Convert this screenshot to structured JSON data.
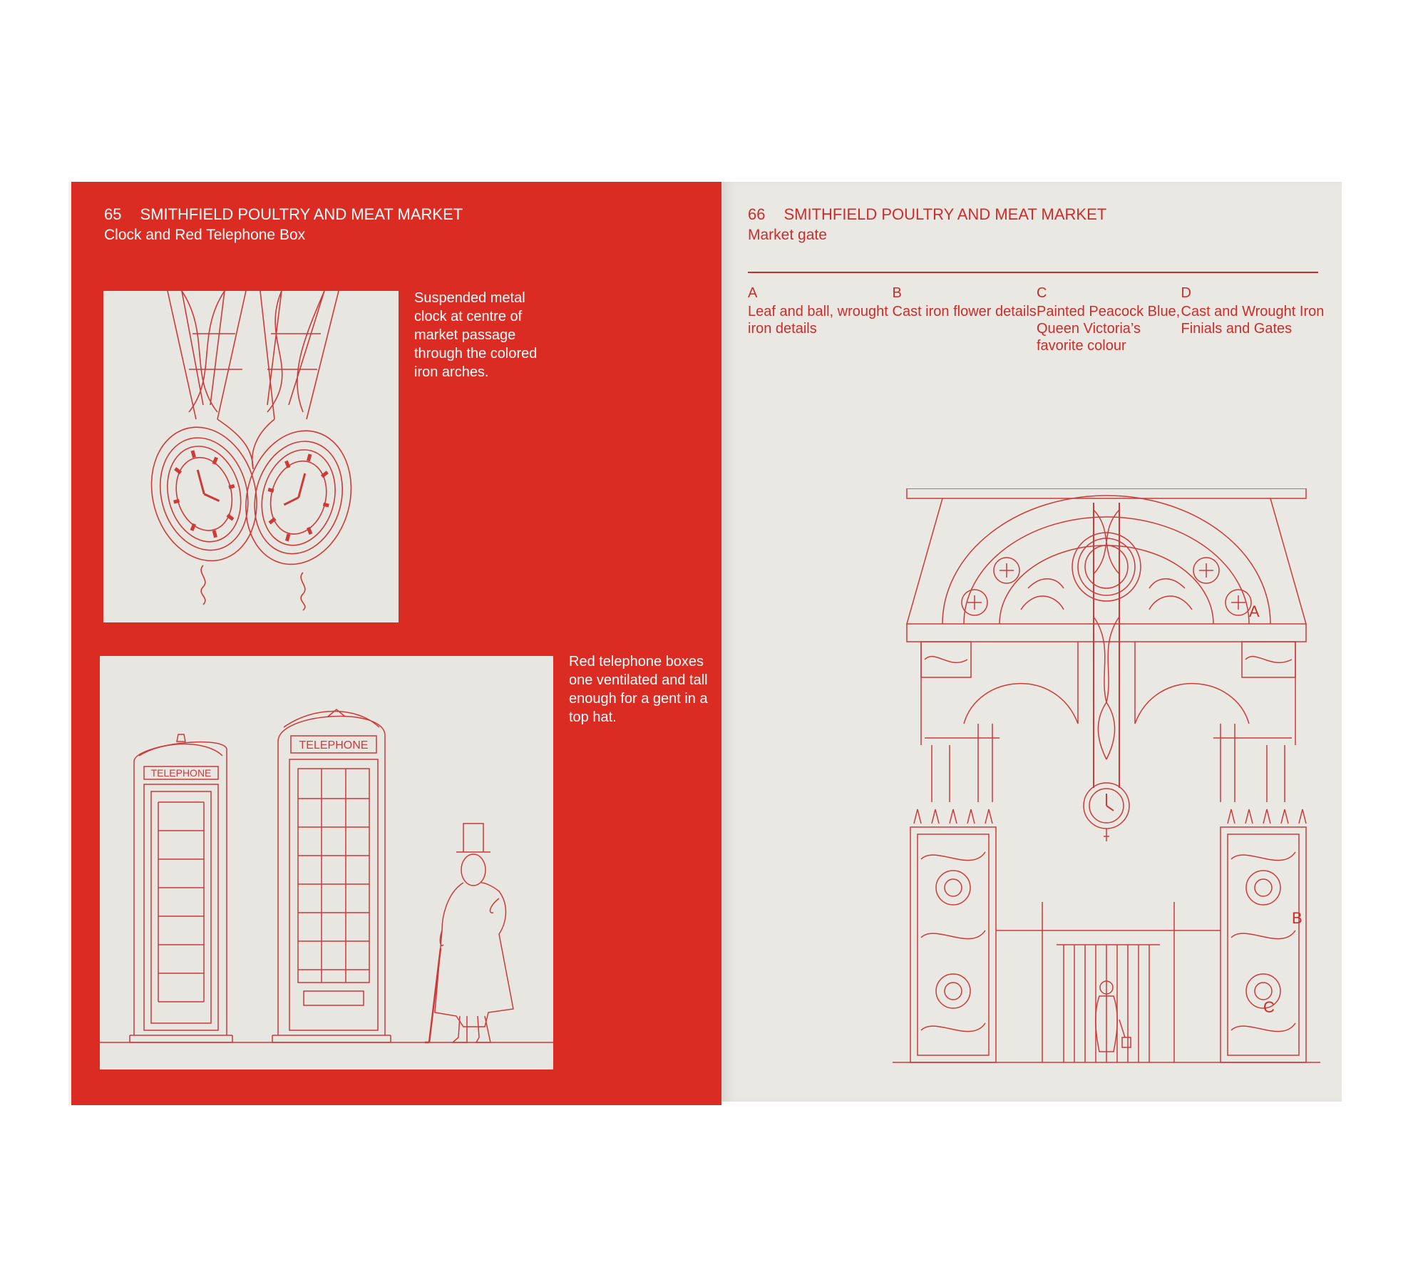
{
  "left_page": {
    "number": "65",
    "title": "SMITHFIELD POULTRY AND MEAT MARKET",
    "subtitle": "Clock and Red Telephone Box",
    "clock_caption": "Suspended metal clock at centre of market passage through the colored iron arches.",
    "phone_caption": "Red telephone boxes one ventilated and tall enough for a gent in a top hat.",
    "phone_sign_left": "TELEPHONE",
    "phone_sign_right": "TELEPHONE"
  },
  "right_page": {
    "number": "66",
    "title": "SMITHFIELD POULTRY AND MEAT MARKET",
    "subtitle": "Market gate",
    "legend": [
      {
        "letter": "A",
        "text": "Leaf and ball, wrought iron details"
      },
      {
        "letter": "B",
        "text": "Cast iron flower details"
      },
      {
        "letter": "C",
        "text": "Painted Peacock Blue, Queen Victoria’s favorite colour"
      },
      {
        "letter": "D",
        "text": "Cast and Wrought Iron Finials and Gates"
      }
    ],
    "markers": {
      "a": "A",
      "b": "B",
      "c": "C"
    }
  },
  "colors": {
    "cover_red": "#da2c22",
    "line_red": "#cc2c2a",
    "paper": "#e9e8e2"
  }
}
